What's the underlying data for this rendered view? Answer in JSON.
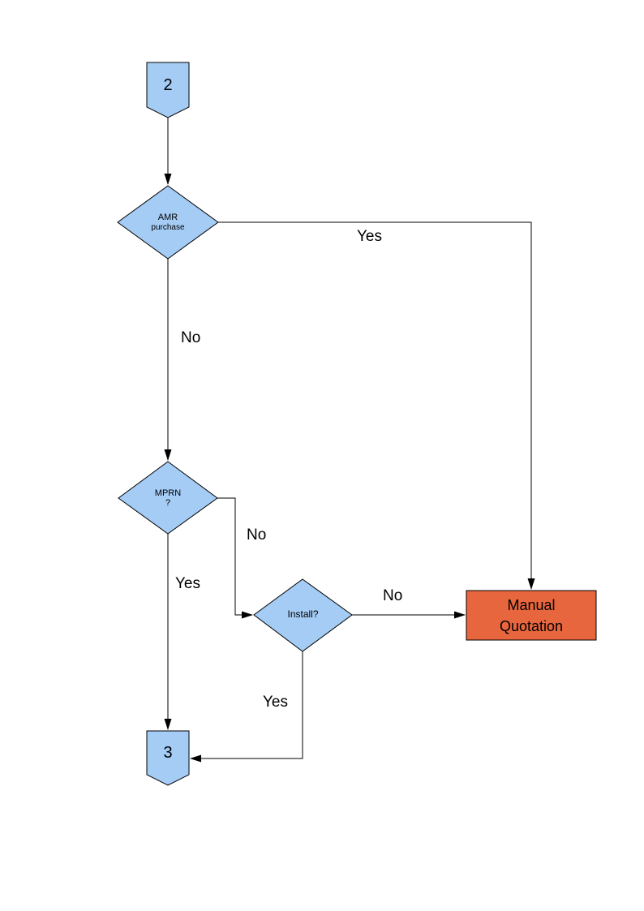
{
  "colors": {
    "page_background": "#FFFFFF",
    "node_fill": "#A4CCF5",
    "node_border": "#000000",
    "terminal_fill": "#E8663E",
    "connector_line": "#000000",
    "text": "#000000"
  },
  "nodes": {
    "connector2": {
      "label": "2"
    },
    "amr": {
      "title": "AMR",
      "subtitle": "purchase"
    },
    "mprn": {
      "title": "MPRN",
      "subtitle": "?"
    },
    "install": {
      "label": "Install?"
    },
    "manual_quotation": {
      "line1": "Manual",
      "line2": "Quotation"
    },
    "connector3": {
      "label": "3"
    }
  },
  "edge_labels": {
    "amr_yes": "Yes",
    "amr_no": "No",
    "mprn_no": "No",
    "mprn_yes": "Yes",
    "install_no": "No",
    "install_yes": "Yes"
  }
}
